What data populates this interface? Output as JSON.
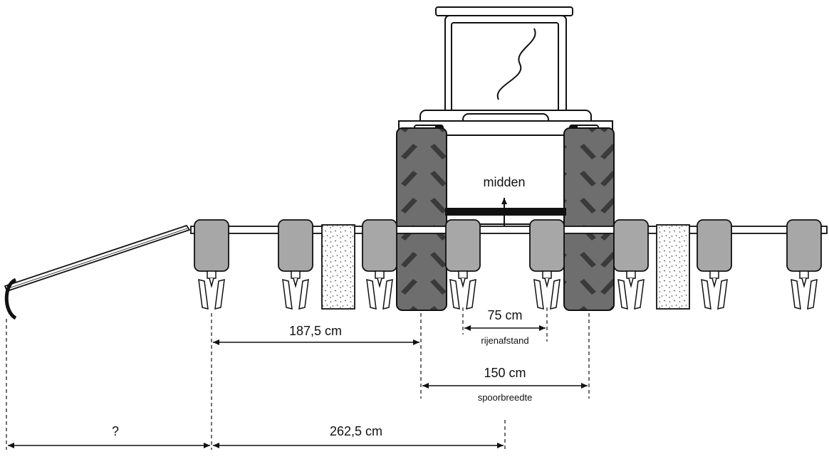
{
  "labels": {
    "center": "midden",
    "row_spacing_value": "75 cm",
    "row_spacing_caption": "rijenafstand",
    "track_width_value": "150 cm",
    "track_width_caption": "spoorbreedte",
    "edge_to_track": "187,5 cm",
    "edge_to_center_point": "262,5 cm",
    "unknown_distance": "?"
  },
  "colors": {
    "ink": "#111111",
    "tire": "#6b6b6b",
    "seed_unit": "#a7a7a7",
    "beam": "#ffffff"
  }
}
